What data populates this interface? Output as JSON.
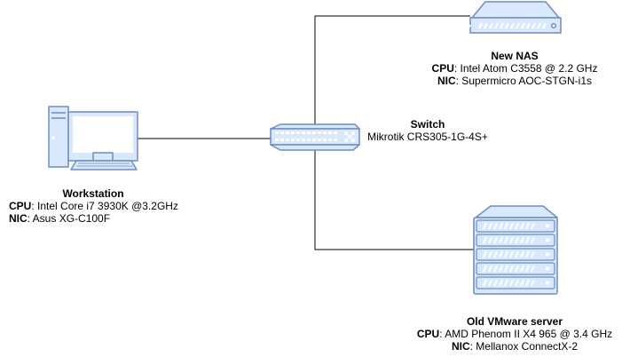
{
  "nodes": {
    "nas": {
      "title": "New NAS",
      "cpu_key": "CPU",
      "cpu_value": ": Intel Atom C3558 @ 2.2 GHz",
      "nic_key": "NIC",
      "nic_value": ": Supermicro AOC-STGN-i1s",
      "icon": "nas-icon"
    },
    "switch": {
      "title": "Switch",
      "model": "Mikrotik CRS305-1G-4S+",
      "icon": "network-switch-icon"
    },
    "workstation": {
      "title": "Workstation",
      "cpu_key": "CPU",
      "cpu_value": ": Intel Core i7 3930K @3.2GHz",
      "nic_key": "NIC",
      "nic_value": ": Asus XG-C100F",
      "icon": "desktop-computer-icon"
    },
    "vmware": {
      "title": "Old VMware server",
      "cpu_key": "CPU",
      "cpu_value": ": AMD Phenom II X4 965 @ 3.4 GHz",
      "nic_key": "NIC",
      "nic_value": ": Mellanox ConnectX-2",
      "icon": "rack-server-icon"
    }
  },
  "edges": [
    {
      "from": "workstation",
      "to": "switch"
    },
    {
      "from": "switch",
      "to": "nas"
    },
    {
      "from": "switch",
      "to": "vmware"
    }
  ],
  "colors": {
    "icon_fill": "#dae8fc",
    "icon_stroke": "#6c8ebf",
    "line": "#000000",
    "screen": "#ffffff"
  }
}
